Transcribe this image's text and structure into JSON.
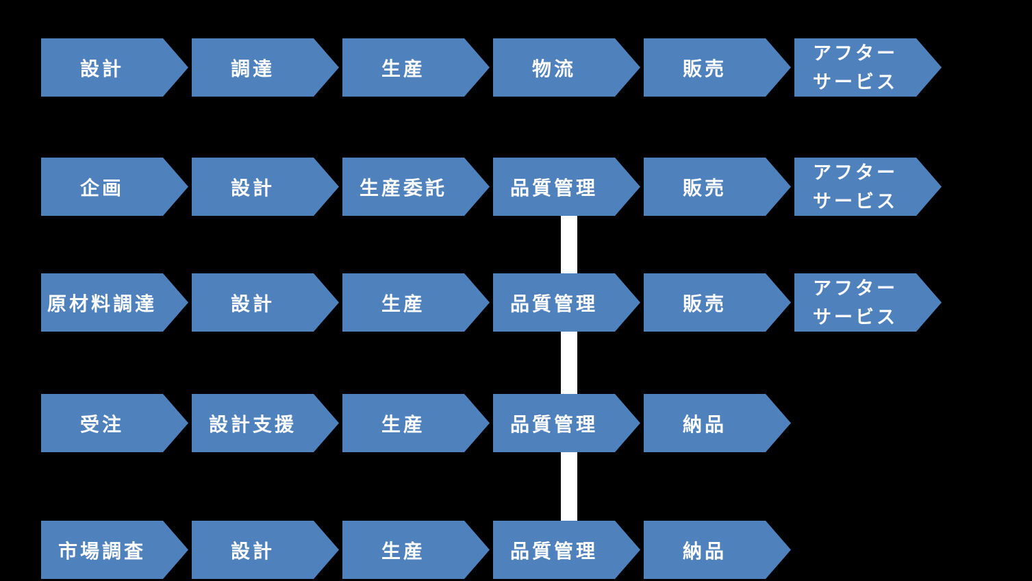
{
  "colors": {
    "background": "#000000",
    "arrow_fill": "#4F81BD",
    "label_text": "#FFFFFF",
    "connector": "#FFFFFF"
  },
  "rows": [
    {
      "steps": [
        [
          "設計"
        ],
        [
          "調達"
        ],
        [
          "生産"
        ],
        [
          "物流"
        ],
        [
          "販売"
        ],
        [
          "アフター",
          "サービス"
        ]
      ]
    },
    {
      "steps": [
        [
          "企画"
        ],
        [
          "設計"
        ],
        [
          "生産委託"
        ],
        [
          "品質管理"
        ],
        [
          "販売"
        ],
        [
          "アフター",
          "サービス"
        ]
      ]
    },
    {
      "steps": [
        [
          "原材料調達"
        ],
        [
          "設計"
        ],
        [
          "生産"
        ],
        [
          "品質管理"
        ],
        [
          "販売"
        ],
        [
          "アフター",
          "サービス"
        ]
      ]
    },
    {
      "steps": [
        [
          "受注"
        ],
        [
          "設計支援"
        ],
        [
          "生産"
        ],
        [
          "品質管理"
        ],
        [
          "納品"
        ]
      ]
    },
    {
      "steps": [
        [
          "市場調査"
        ],
        [
          "設計"
        ],
        [
          "生産"
        ],
        [
          "品質管理"
        ],
        [
          "納品"
        ]
      ]
    }
  ],
  "connectors": [
    {
      "between": "row-2-quality-to-row-3-quality"
    },
    {
      "between": "row-3-quality-to-row-4-quality"
    },
    {
      "between": "row-4-quality-to-row-5-quality"
    }
  ]
}
